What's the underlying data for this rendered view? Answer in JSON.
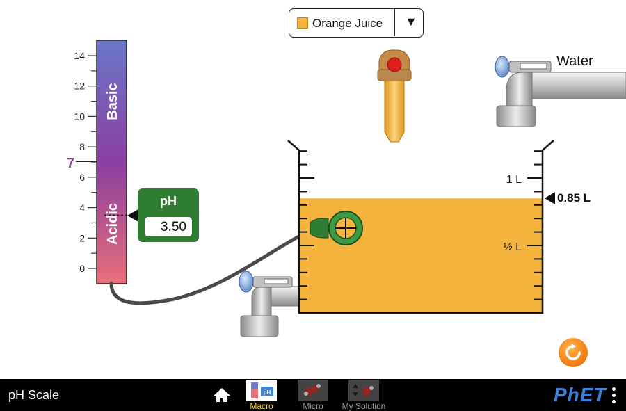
{
  "solute_selector": {
    "selected": "Orange Juice",
    "swatch_color": "#f4b43e"
  },
  "water_faucet": {
    "label": "Water"
  },
  "ph_scale": {
    "tick_labels": [
      "14",
      "12",
      "10",
      "8",
      "6",
      "4",
      "2",
      "0"
    ],
    "neutral_label": "7",
    "basic_label": "Basic",
    "acidic_label": "Acidic",
    "basic_color": "#6a78c8",
    "neutral_color": "#8b3fa0",
    "acidic_color": "#e8707a"
  },
  "ph_meter": {
    "title": "pH",
    "value": "3.50",
    "ph": 3.5,
    "color": "#2e7d32"
  },
  "beaker": {
    "volume_label": "0.85 L",
    "volume_liters": 0.85,
    "capacity_liters": 1.2,
    "mark_1l": "1 L",
    "mark_half": "½ L",
    "solution_color": "#f4b43e"
  },
  "navbar": {
    "sim_title": "pH Scale",
    "tabs": [
      {
        "label": "Macro",
        "selected": true
      },
      {
        "label": "Micro",
        "selected": false
      },
      {
        "label": "My Solution",
        "selected": false
      }
    ],
    "brand": "PhET"
  },
  "icons": [
    "home-icon",
    "reset-icon",
    "kebab-menu-icon",
    "dropdown-arrow-icon"
  ]
}
